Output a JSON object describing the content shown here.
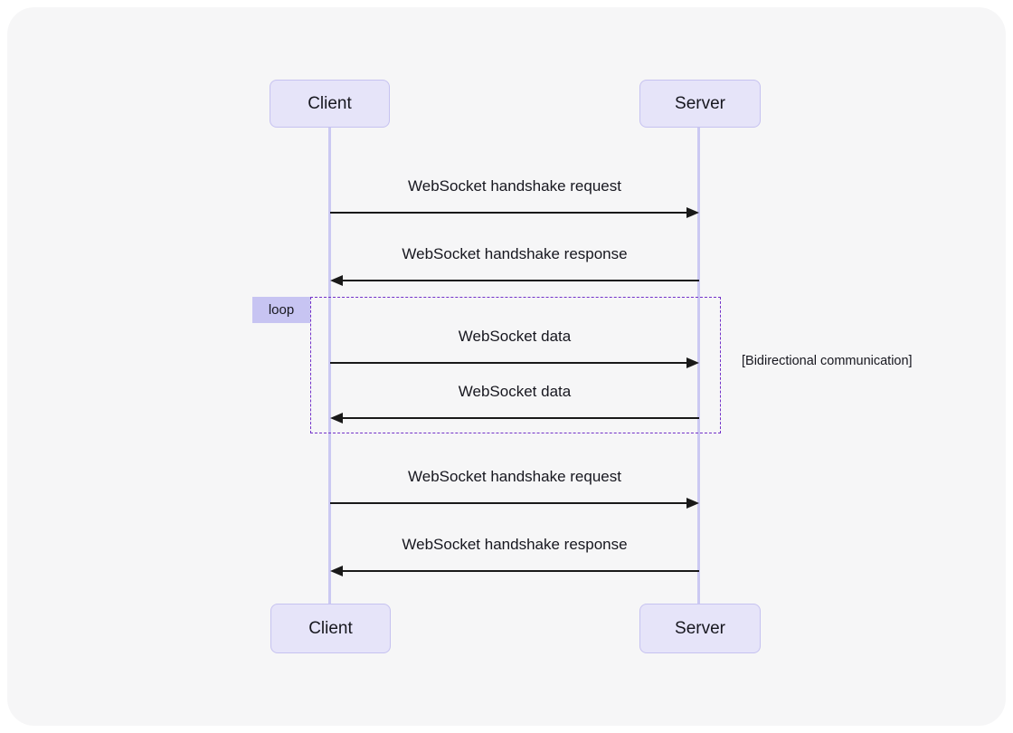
{
  "diagram": {
    "type": "sequence",
    "actors": [
      {
        "id": "client",
        "label": "Client"
      },
      {
        "id": "server",
        "label": "Server"
      }
    ],
    "messages": [
      {
        "from": "client",
        "to": "server",
        "direction": "right",
        "text": "WebSocket handshake request"
      },
      {
        "from": "server",
        "to": "client",
        "direction": "left",
        "text": "WebSocket handshake response"
      },
      {
        "from": "client",
        "to": "server",
        "direction": "right",
        "text": "WebSocket data",
        "in_loop": true
      },
      {
        "from": "server",
        "to": "client",
        "direction": "left",
        "text": "WebSocket data",
        "in_loop": true
      },
      {
        "from": "client",
        "to": "server",
        "direction": "right",
        "text": "WebSocket handshake request"
      },
      {
        "from": "server",
        "to": "client",
        "direction": "left",
        "text": "WebSocket handshake response"
      }
    ],
    "loop": {
      "label": "loop",
      "annotation": "[Bidirectional communication]"
    },
    "colors": {
      "card-bg": "#f6f6f7",
      "actor-fill": "#e6e4f9",
      "actor-border": "#c6c2f0",
      "lifeline": "#cbc9f2",
      "arrow": "#191919",
      "text": "#17171f",
      "loop-border": "#7231c9",
      "loop-label-bg": "#c7c4f2"
    }
  }
}
